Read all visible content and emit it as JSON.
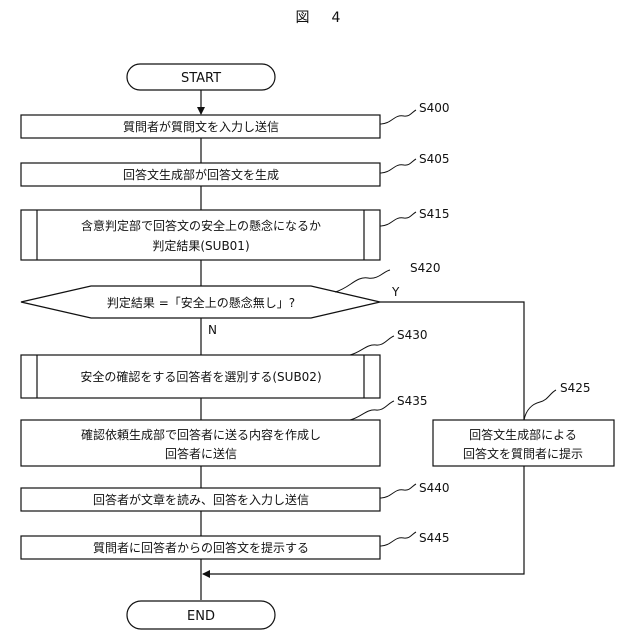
{
  "figure_title": "図　4",
  "start_label": "START",
  "end_label": "END",
  "steps": {
    "s400": {
      "id": "S400",
      "text": "質問者が質問文を入力し送信"
    },
    "s405": {
      "id": "S405",
      "text": "回答文生成部が回答文を生成"
    },
    "s415": {
      "id": "S415",
      "line1": "含意判定部で回答文の安全上の懸念になるか",
      "line2": "判定結果(SUB01)"
    },
    "s420": {
      "id": "S420",
      "text": "判定結果 =「安全上の懸念無し」?",
      "yes": "Y",
      "no": "N"
    },
    "s430": {
      "id": "S430",
      "text": "安全の確認をする回答者を選別する(SUB02)"
    },
    "s435": {
      "id": "S435",
      "line1": "確認依頼生成部で回答者に送る内容を作成し",
      "line2": "回答者に送信"
    },
    "s440": {
      "id": "S440",
      "text": "回答者が文章を読み、回答を入力し送信"
    },
    "s445": {
      "id": "S445",
      "text": "質問者に回答者からの回答文を提示する"
    },
    "s425": {
      "id": "S425",
      "line1": "回答文生成部による",
      "line2": "回答文を質問者に提示"
    }
  }
}
